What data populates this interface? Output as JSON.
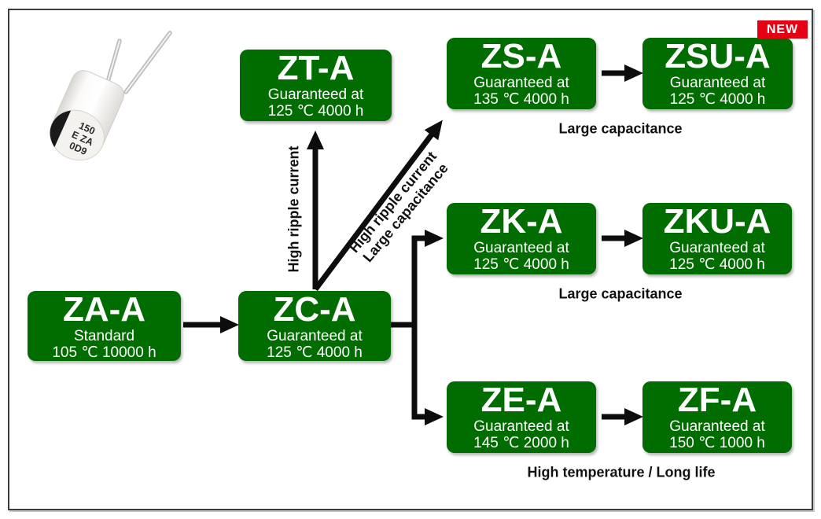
{
  "colors": {
    "box_green": "#016d01",
    "badge_red": "#e60013",
    "arrow_black": "#0d0d0d",
    "label_black": "#111111",
    "frame_gray": "#3d3d3d",
    "box_text_white": "#ffffff"
  },
  "capacitor_marking": {
    "line1": "150",
    "line2": "E ZA",
    "line3": "0D9"
  },
  "boxes": {
    "za": {
      "title": "ZA-A",
      "sub1": "Standard",
      "sub2": "105 ℃ 10000 h"
    },
    "zc": {
      "title": "ZC-A",
      "sub1": "Guaranteed at",
      "sub2": "125 ℃ 4000 h"
    },
    "zt": {
      "title": "ZT-A",
      "sub1": "Guaranteed at",
      "sub2": "125 ℃ 4000 h"
    },
    "zs": {
      "title": "ZS-A",
      "sub1": "Guaranteed at",
      "sub2": "135 ℃ 4000 h"
    },
    "zsu": {
      "title": "ZSU-A",
      "sub1": "Guaranteed at",
      "sub2": "125 ℃ 4000 h"
    },
    "zk": {
      "title": "ZK-A",
      "sub1": "Guaranteed at",
      "sub2": "125 ℃ 4000 h"
    },
    "zku": {
      "title": "ZKU-A",
      "sub1": "Guaranteed at",
      "sub2": "125 ℃ 4000 h"
    },
    "ze": {
      "title": "ZE-A",
      "sub1": "Guaranteed at",
      "sub2": "145 ℃ 2000 h"
    },
    "zf": {
      "title": "ZF-A",
      "sub1": "Guaranteed at",
      "sub2": "150 ℃ 1000 h"
    }
  },
  "badge": {
    "new": "NEW"
  },
  "arrow_labels": {
    "vertical": "High ripple current",
    "diagonal_line1": "High ripple current",
    "diagonal_line2": "Large capacitance"
  },
  "category_labels": {
    "row1": "Large capacitance",
    "row2": "Large capacitance",
    "row3": "High temperature / Long life"
  }
}
